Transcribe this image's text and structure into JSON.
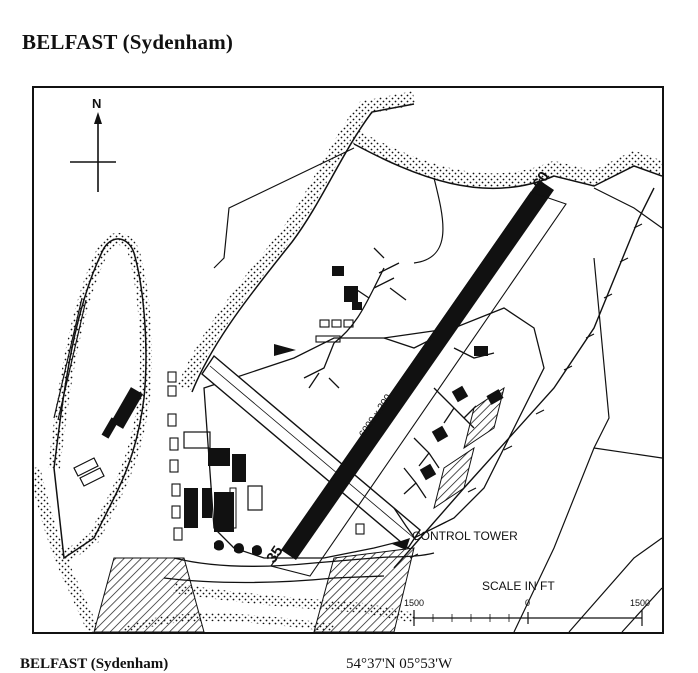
{
  "page": {
    "title": "BELFAST (Sydenham)"
  },
  "map": {
    "north_label": "N",
    "runway_label": "6000 x 200",
    "runway_end_north": "05",
    "runway_end_south": "35",
    "control_tower_label": "CONTROL TOWER",
    "scale": {
      "title": "SCALE IN FT",
      "left_value": "1500",
      "center_value": "0",
      "right_value": "1500"
    },
    "colors": {
      "ink": "#111111",
      "paper": "#ffffff"
    }
  },
  "footer": {
    "caption": "BELFAST (Sydenham)",
    "coords": "54°37'N  05°53'W"
  }
}
